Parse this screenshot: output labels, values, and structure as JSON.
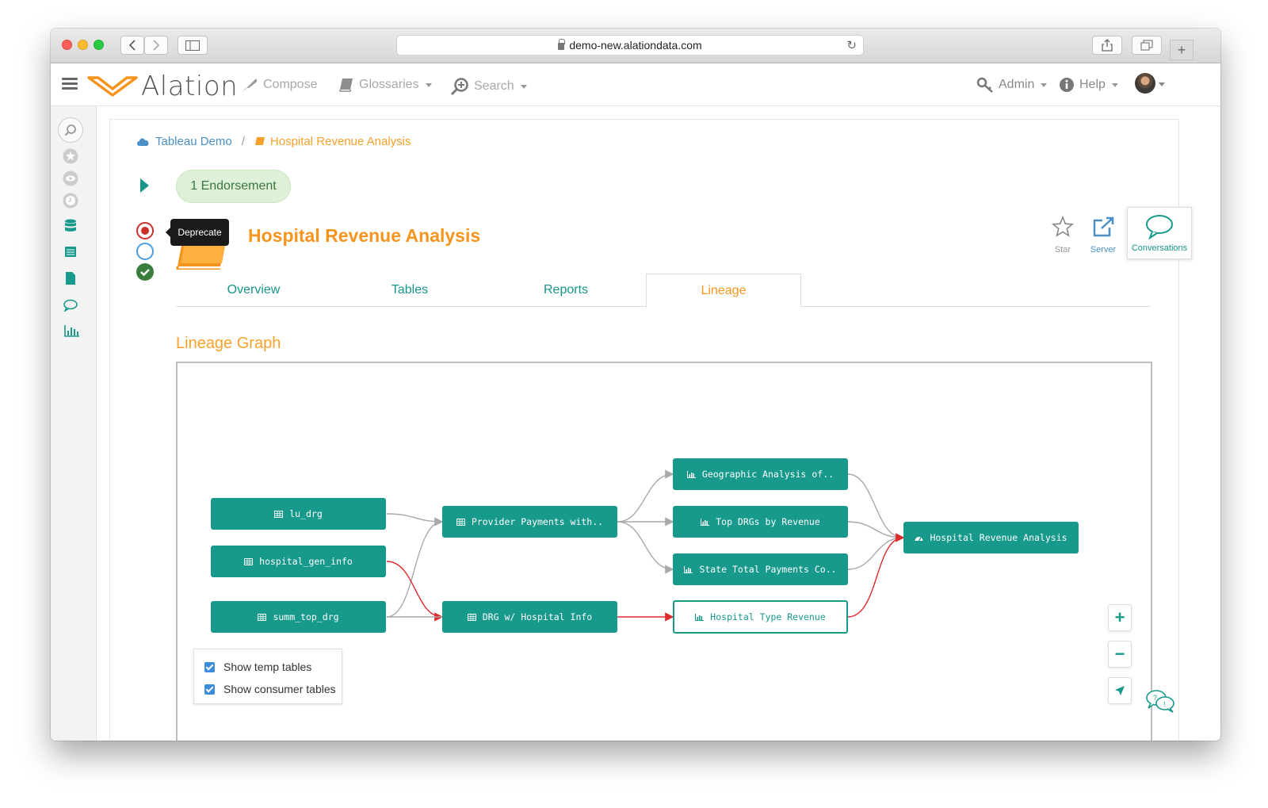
{
  "browser": {
    "url": "demo-new.alationdata.com"
  },
  "header": {
    "logo": "Alation",
    "nav": [
      {
        "label": "Compose",
        "icon": "feather-icon"
      },
      {
        "label": "Glossaries",
        "icon": "book-icon"
      },
      {
        "label": "Search",
        "icon": "search-plus-icon"
      }
    ],
    "right": [
      {
        "label": "Admin",
        "icon": "key-icon"
      },
      {
        "label": "Help",
        "icon": "info-icon"
      }
    ]
  },
  "breadcrumb": {
    "source": "Tableau Demo",
    "current": "Hospital Revenue Analysis"
  },
  "endorsement": "1 Endorsement",
  "tooltip": "Deprecate",
  "page_title": "Hospital Revenue Analysis",
  "actions": {
    "star": "Star",
    "server": "Server",
    "conversations": "Conversations"
  },
  "tabs": [
    "Overview",
    "Tables",
    "Reports",
    "Lineage"
  ],
  "active_tab": "Lineage",
  "section_title": "Lineage Graph",
  "lineage": {
    "nodes": {
      "lu_drg": "lu_drg",
      "hospital_gen_info": "hospital_gen_info",
      "summ_top_drg": "summ_top_drg",
      "provider_payments": "Provider Payments with..",
      "drg_hospital": "DRG w/ Hospital Info",
      "geographic": "Geographic Analysis of..",
      "top_drgs": "Top DRGs by Revenue",
      "state_total": "State Total Payments Co..",
      "hospital_type": "Hospital Type Revenue",
      "hospital_revenue": "Hospital Revenue Analysis"
    },
    "edge_colors": {
      "normal": "#a9a9a9",
      "highlight": "#e02b2b"
    }
  },
  "legend": {
    "temp": "Show temp tables",
    "consumer": "Show consumer tables"
  },
  "colors": {
    "accent_orange": "#f7941d",
    "teal": "#17998c",
    "link_blue": "#4a90c6"
  }
}
